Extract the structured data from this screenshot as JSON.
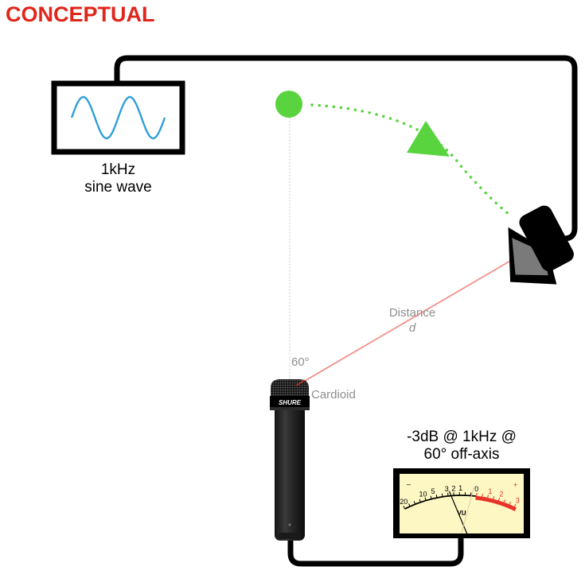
{
  "title": "CONCEPTUAL",
  "colors": {
    "title": "#e0261b",
    "signal": "#2f9fd8",
    "green": "#59d43f",
    "distance_line": "#f0908a",
    "meter_face": "#fdf7c3",
    "meter_red": "#e8332a"
  },
  "generator": {
    "line1": "1kHz",
    "line2": "sine wave",
    "icon": "sine-wave-icon"
  },
  "speaker": {
    "icon": "speaker-icon"
  },
  "distance": {
    "label": "Distance",
    "symbol": "d"
  },
  "angle": {
    "label": "60°"
  },
  "microphone": {
    "pattern": "Cardioid",
    "brand": "SHURE",
    "icon": "microphone-icon"
  },
  "meter": {
    "caption_line1": "-3dB @ 1kHz @",
    "caption_line2": "60° off-axis",
    "scale_black": [
      "20",
      "10",
      "5",
      "3",
      "2",
      "1",
      "0"
    ],
    "scale_red": [
      "1",
      "2",
      "3"
    ],
    "minus": "–",
    "plus": "+",
    "unit": "VU",
    "reading_db": -3
  }
}
